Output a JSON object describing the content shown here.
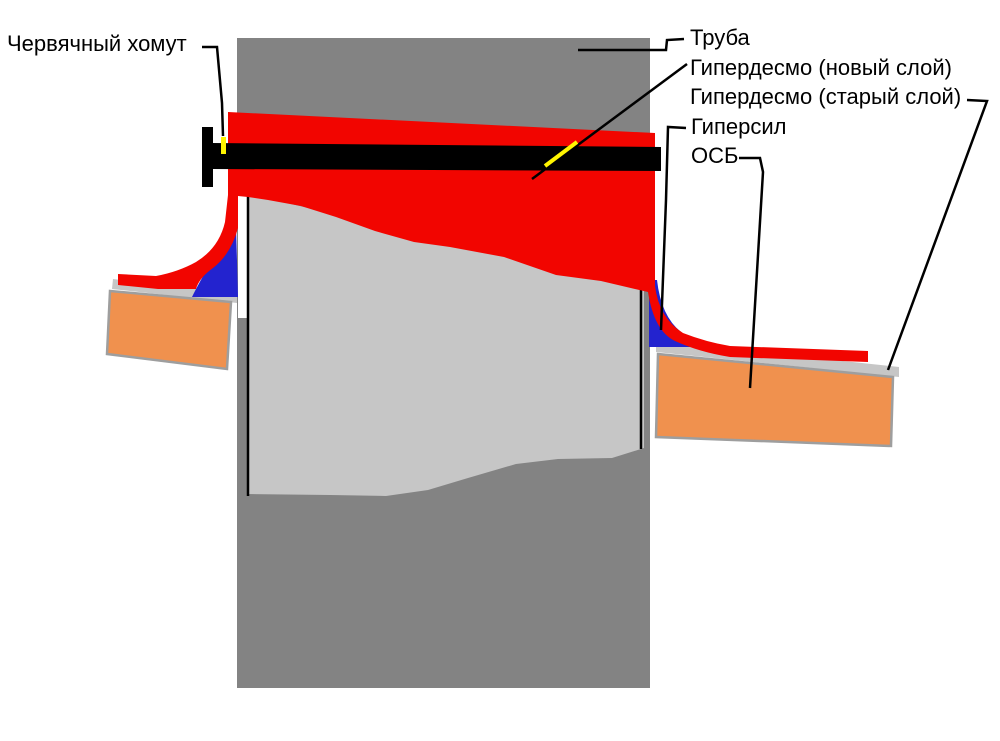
{
  "diagram": {
    "labels": {
      "worm_clamp": "Червячный хомут",
      "pipe": "Труба",
      "hyperdesmo_new": "Гипердесмо (новый слой)",
      "hyperdesmo_old": "Гипердесмо (старый слой)",
      "hypersil": "Гиперсил",
      "osb": "ОСБ"
    },
    "colors": {
      "background": "#FFFFFF",
      "pipe": "#838383",
      "membrane_old_skirt": "#C6C6C6",
      "membrane_new": "#F20500",
      "sealant_blue": "#2323CF",
      "osb_board": "#F0914E",
      "osb_border": "#9E9E9E",
      "underlay_strip": "#C6C6C6",
      "clamp_black": "#000000",
      "leader_line": "#000000",
      "highlight_yellow": "#FFF500",
      "label_text": "#000000"
    }
  }
}
